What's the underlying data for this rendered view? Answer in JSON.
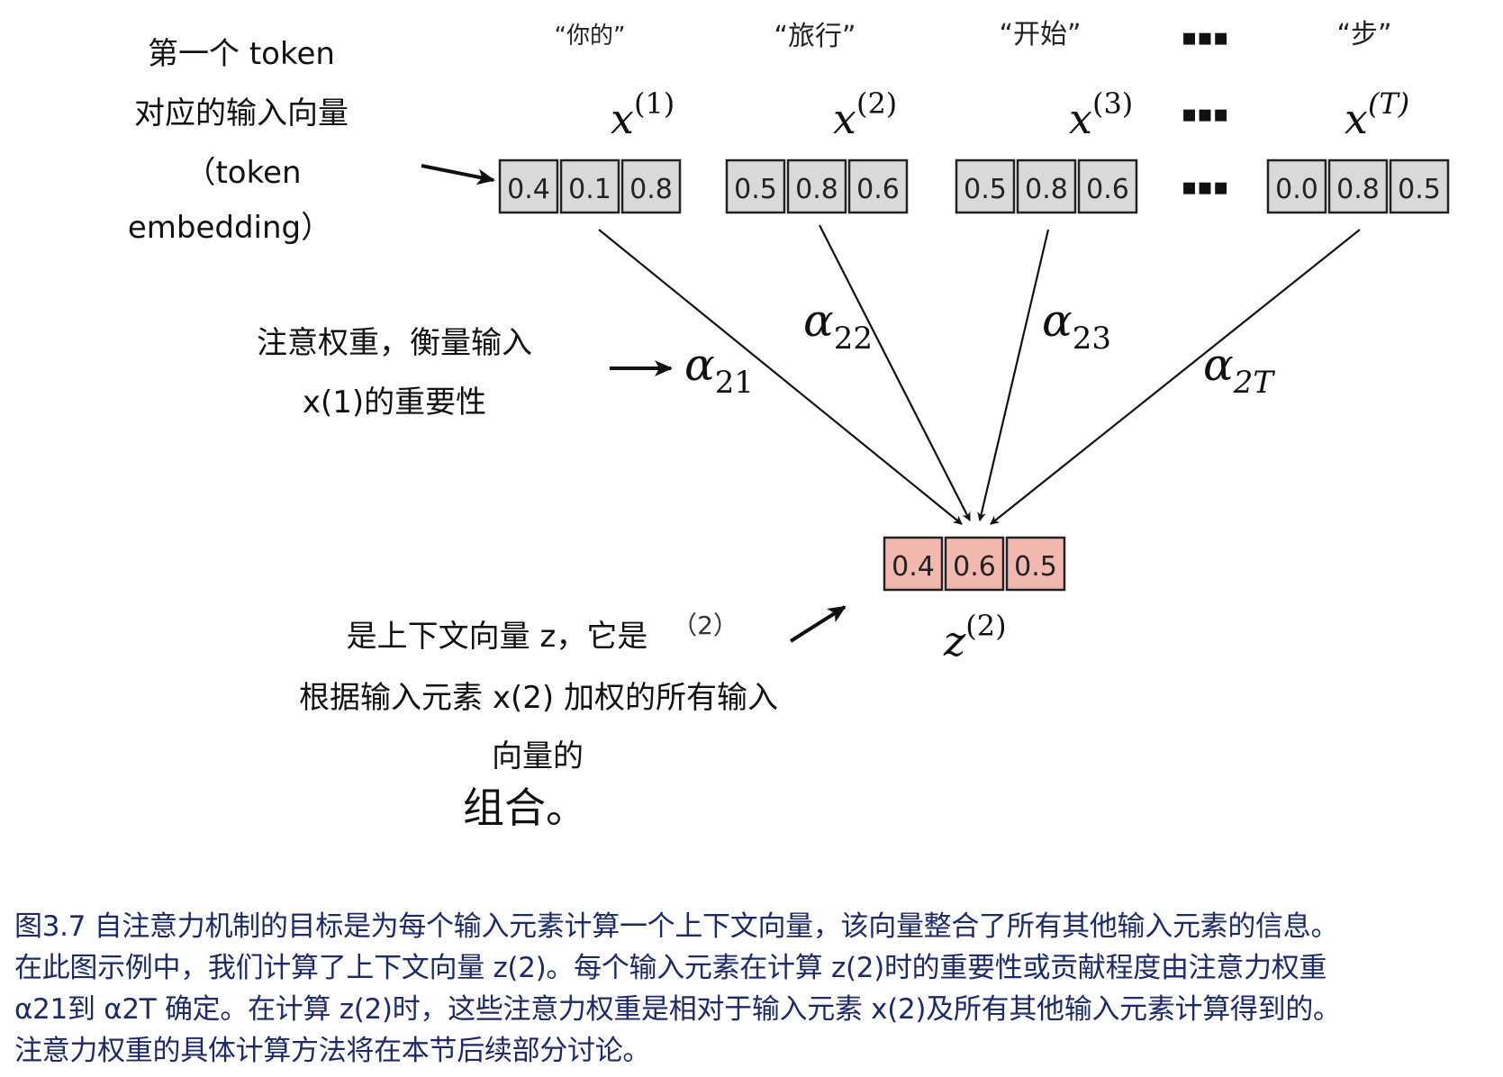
{
  "tokens": [
    {
      "word": "“你的”",
      "label": "x",
      "sup": "(1)",
      "values": [
        "0.4",
        "0.1",
        "0.8"
      ]
    },
    {
      "word": "“旅行”",
      "label": "x",
      "sup": "(2)",
      "values": [
        "0.5",
        "0.8",
        "0.6"
      ]
    },
    {
      "word": "“开始”",
      "label": "x",
      "sup": "(3)",
      "values": [
        "0.5",
        "0.8",
        "0.6"
      ]
    },
    {
      "word": "“步”",
      "label": "x",
      "sup": "(T)",
      "values": [
        "0.0",
        "0.8",
        "0.5"
      ]
    }
  ],
  "ellipsis": "▪▪▪",
  "weights": [
    {
      "base": "α",
      "sub": "21"
    },
    {
      "base": "α",
      "sub": "22"
    },
    {
      "base": "α",
      "sub": "23"
    },
    {
      "base": "α",
      "sub": "2T"
    }
  ],
  "context": {
    "label": "z",
    "sup": "(2)",
    "values": [
      "0.4",
      "0.6",
      "0.5"
    ]
  },
  "annotations": {
    "embedding": [
      "第一个 token",
      "对应的输入向量",
      "（token",
      "embedding）"
    ],
    "weight": [
      "注意权重，衡量输入",
      "x(1)的重要性"
    ],
    "context_line1": "是上下文向量 z，它是",
    "context_sup": "（2）",
    "context_rest": [
      "根据输入元素 x(2) 加权的所有输入",
      "向量的"
    ],
    "context_last": "组合。"
  },
  "caption": [
    "图3.7 自注意力机制的目标是为每个输入元素计算一个上下文向量，该向量整合了所有其他输入元素的信息。",
    "在此图示例中，我们计算了上下文向量 z(2)。每个输入元素在计算 z(2)时的重要性或贡献程度由注意力权重",
    "α21到 α2T 确定。在计算 z(2)时，这些注意力权重是相对于输入元素 x(2)及所有其他输入元素计算得到的。",
    "注意力权重的具体计算方法将在本节后续部分讨论。"
  ],
  "colors": {
    "input_cell": "#d9d9d9",
    "context_cell": "#f2b8ae",
    "caption_text": "#1c2a6b"
  }
}
